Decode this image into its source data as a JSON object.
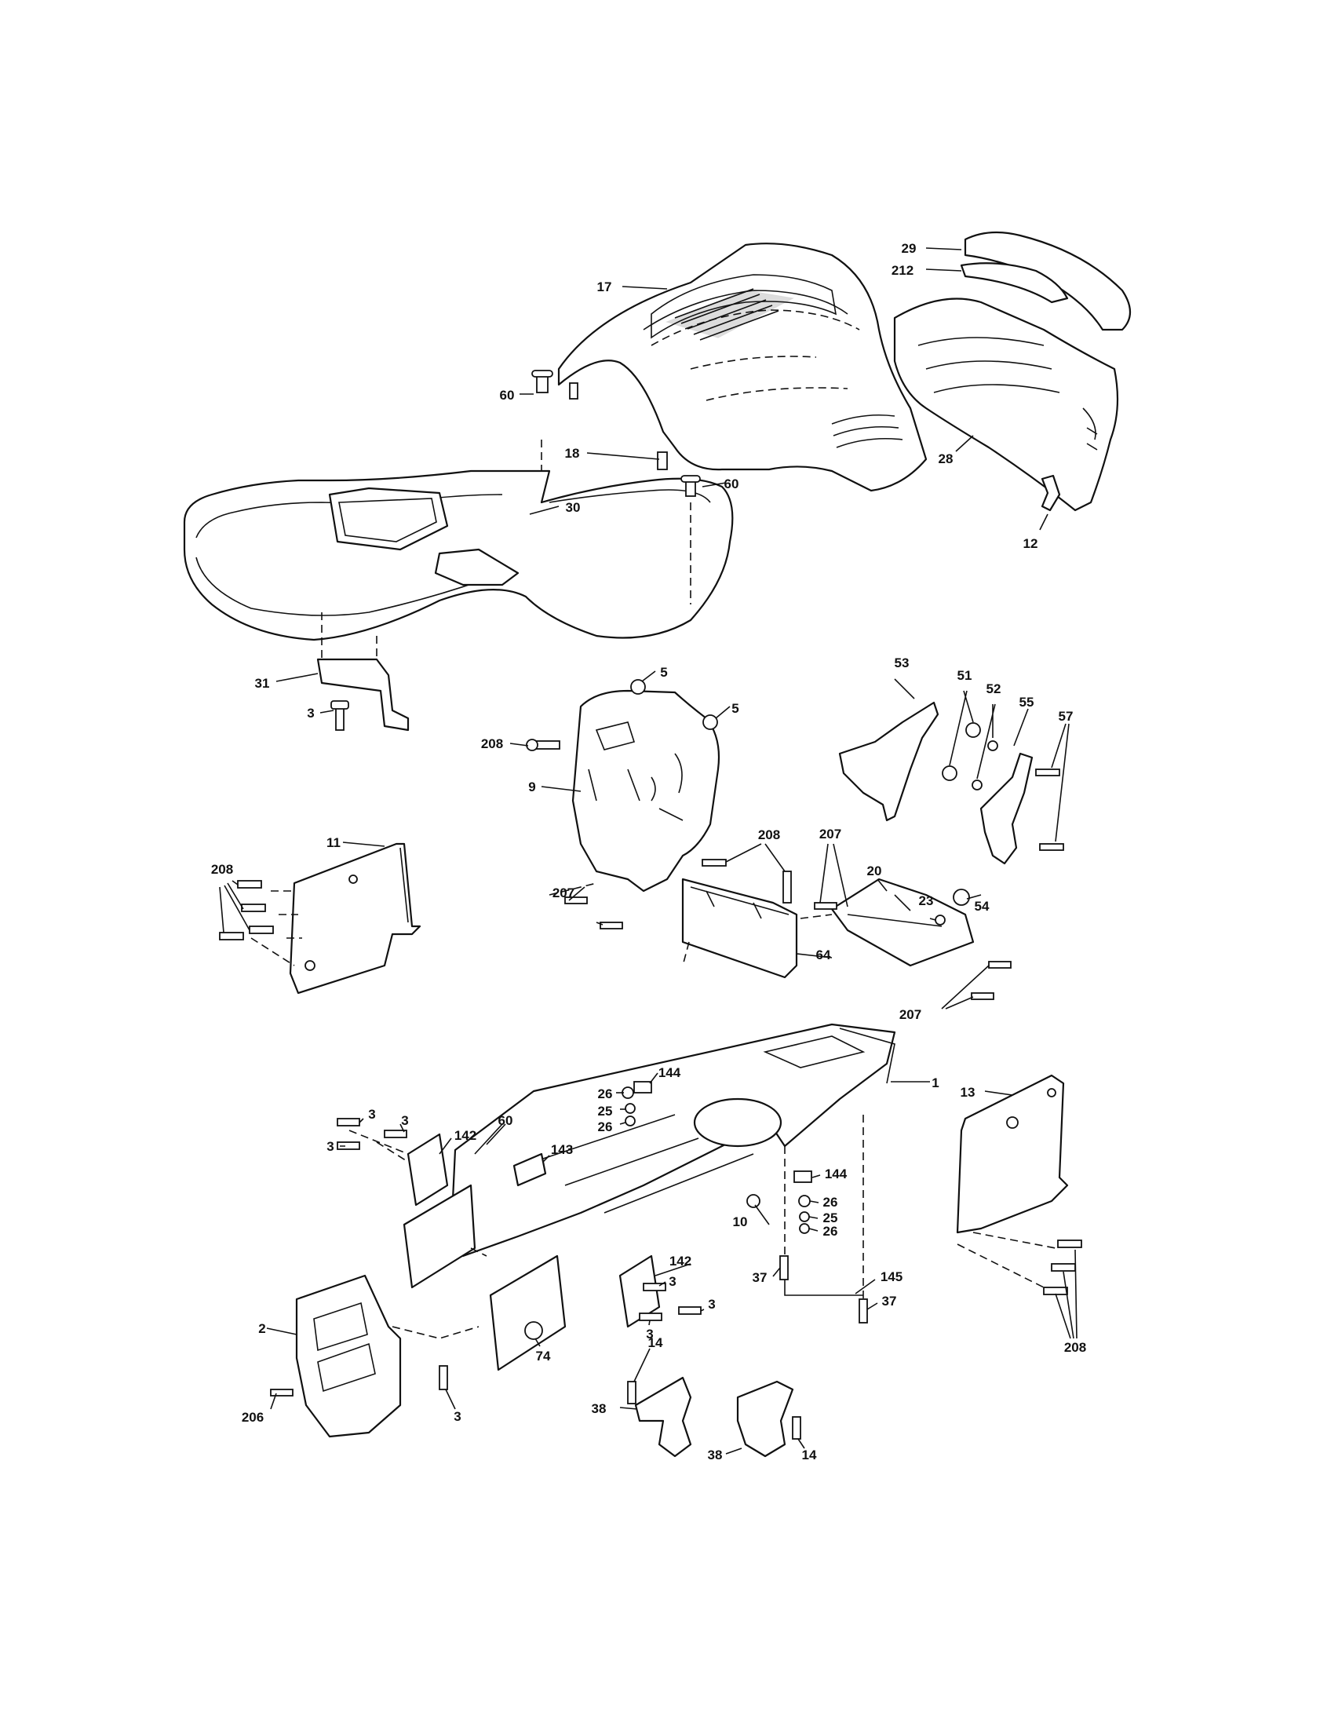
{
  "diagram": {
    "type": "exploded-parts-diagram",
    "callouts": [
      {
        "id": "c17",
        "text": "17"
      },
      {
        "id": "c29",
        "text": "29"
      },
      {
        "id": "c212",
        "text": "212"
      },
      {
        "id": "c28",
        "text": "28"
      },
      {
        "id": "c12",
        "text": "12"
      },
      {
        "id": "c60a",
        "text": "60"
      },
      {
        "id": "c60b",
        "text": "60"
      },
      {
        "id": "c18",
        "text": "18"
      },
      {
        "id": "c30",
        "text": "30"
      },
      {
        "id": "c31",
        "text": "31"
      },
      {
        "id": "c3a",
        "text": "3"
      },
      {
        "id": "c5a",
        "text": "5"
      },
      {
        "id": "c5b",
        "text": "5"
      },
      {
        "id": "c208a",
        "text": "208"
      },
      {
        "id": "c9",
        "text": "9"
      },
      {
        "id": "c53",
        "text": "53"
      },
      {
        "id": "c51",
        "text": "51"
      },
      {
        "id": "c52",
        "text": "52"
      },
      {
        "id": "c55",
        "text": "55"
      },
      {
        "id": "c57",
        "text": "57"
      },
      {
        "id": "c54",
        "text": "54"
      },
      {
        "id": "c208b",
        "text": "208"
      },
      {
        "id": "c11",
        "text": "11"
      },
      {
        "id": "c207a",
        "text": "207"
      },
      {
        "id": "c208c",
        "text": "208"
      },
      {
        "id": "c207b",
        "text": "207"
      },
      {
        "id": "c20",
        "text": "20"
      },
      {
        "id": "c23",
        "text": "23"
      },
      {
        "id": "c64",
        "text": "64"
      },
      {
        "id": "c207c",
        "text": "207"
      },
      {
        "id": "c1",
        "text": "1"
      },
      {
        "id": "c13",
        "text": "13"
      },
      {
        "id": "c144a",
        "text": "144"
      },
      {
        "id": "c26a",
        "text": "26"
      },
      {
        "id": "c25a",
        "text": "25"
      },
      {
        "id": "c26b",
        "text": "26"
      },
      {
        "id": "c3b",
        "text": "3"
      },
      {
        "id": "c3c",
        "text": "3"
      },
      {
        "id": "c3d",
        "text": "3"
      },
      {
        "id": "c60c",
        "text": "60"
      },
      {
        "id": "c142a",
        "text": "142"
      },
      {
        "id": "c143",
        "text": "143"
      },
      {
        "id": "c144b",
        "text": "144"
      },
      {
        "id": "c26c",
        "text": "26"
      },
      {
        "id": "c10",
        "text": "10"
      },
      {
        "id": "c25b",
        "text": "25"
      },
      {
        "id": "c26d",
        "text": "26"
      },
      {
        "id": "c142b",
        "text": "142"
      },
      {
        "id": "c3e",
        "text": "3"
      },
      {
        "id": "c3f",
        "text": "3"
      },
      {
        "id": "c3g",
        "text": "3"
      },
      {
        "id": "c37a",
        "text": "37"
      },
      {
        "id": "c145",
        "text": "145"
      },
      {
        "id": "c37b",
        "text": "37"
      },
      {
        "id": "c208d",
        "text": "208"
      },
      {
        "id": "c2",
        "text": "2"
      },
      {
        "id": "c74",
        "text": "74"
      },
      {
        "id": "c14a",
        "text": "14"
      },
      {
        "id": "c206",
        "text": "206"
      },
      {
        "id": "c3h",
        "text": "3"
      },
      {
        "id": "c38a",
        "text": "38"
      },
      {
        "id": "c38b",
        "text": "38"
      },
      {
        "id": "c14b",
        "text": "14"
      }
    ]
  }
}
